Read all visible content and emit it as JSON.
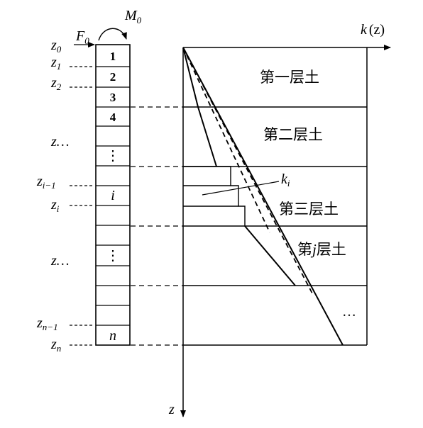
{
  "pile": {
    "load_F": "F",
    "load_F_sub": "0",
    "moment_M": "M",
    "moment_M_sub": "0",
    "segments": [
      "1",
      "2",
      "3",
      "4",
      "",
      "⋮",
      "",
      "i",
      "",
      "",
      "⋮",
      "",
      "",
      "n"
    ],
    "depth_labels": [
      {
        "main": "z",
        "sub": "0"
      },
      {
        "main": "z",
        "sub": "1"
      },
      {
        "main": "z",
        "sub": "2"
      },
      {
        "main": "z…",
        "sub": ""
      },
      {
        "main": "z",
        "sub": "i−1"
      },
      {
        "main": "z",
        "sub": "i"
      },
      {
        "main": "z…",
        "sub": ""
      },
      {
        "main": "z",
        "sub": "n−1"
      },
      {
        "main": "z",
        "sub": "n"
      }
    ]
  },
  "profile": {
    "axis_k_label": "k",
    "axis_k_arg": "(z)",
    "axis_z_label": "z",
    "layers": [
      "第一层土",
      "第二层土",
      "第三层土",
      "第j层土",
      "…"
    ],
    "layer4_pre": "第",
    "layer4_j": "j",
    "layer4_post": "层土",
    "ki_label": "k",
    "ki_sub": "i"
  },
  "colors": {
    "line": "#000000",
    "background": "#ffffff"
  }
}
